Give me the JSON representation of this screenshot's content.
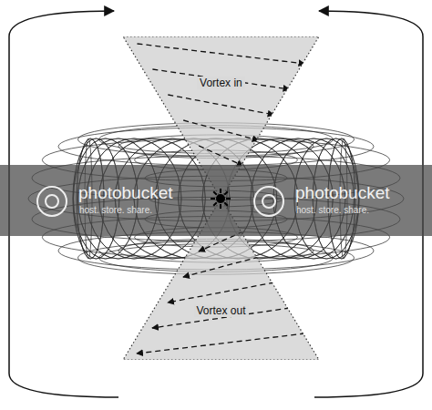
{
  "diagram": {
    "nodes": [
      {
        "text": [
          "Vortex in"
        ]
      },
      {
        "text": [
          "Vortex out"
        ]
      }
    ],
    "labels": [
      "photobucket",
      "host. store. share.",
      "photobucket",
      "host. store. share."
    ]
  }
}
